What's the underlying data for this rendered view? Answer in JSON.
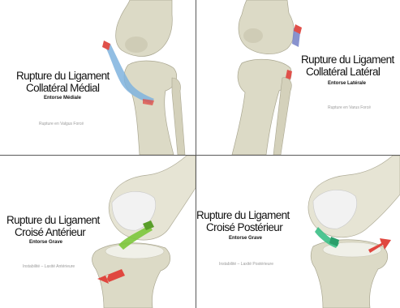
{
  "panels": [
    {
      "title_line1": "Rupture du Ligament",
      "title_line2": "Collatéral Médial",
      "subtitle": "Entorse Médiale",
      "caption": "Rupture en Valgus Forcé"
    },
    {
      "title_line1": "Rupture du Ligament",
      "title_line2": "Collatéral Latéral",
      "subtitle": "Entorse Latérale",
      "caption": "Rupture en Varus Forcé"
    },
    {
      "title_line1": "Rupture du Ligament",
      "title_line2": "Croisé Antérieur",
      "subtitle": "Entorse Grave",
      "caption": "Instabilité – Laxité Antérieure"
    },
    {
      "title_line1": "Rupture du Ligament",
      "title_line2": "Croisé Postérieur",
      "subtitle": "Entorse Grave",
      "caption": "Instabilité – Laxité Postérieure"
    }
  ],
  "colors": {
    "bone": "#dcdac6",
    "bone_shadow": "#b9b6a0",
    "cartilage": "#f2f2f2",
    "ligament_blue": "#7fb3de",
    "ligament_red": "#e0504a",
    "ligament_green": "#7cc63a",
    "arrow_red": "#e0473f",
    "divider": "#5a5a5a"
  }
}
